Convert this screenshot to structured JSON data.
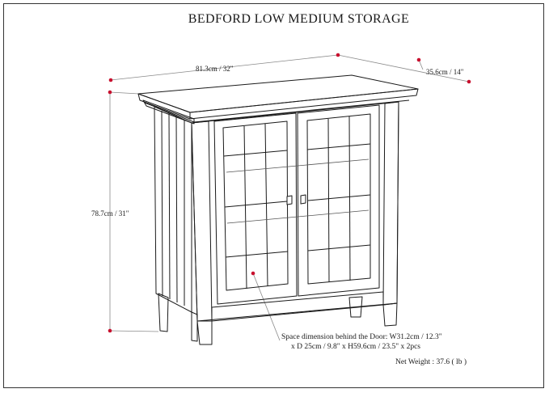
{
  "title": "BEDFORD LOW MEDIUM STORAGE",
  "dimensions": {
    "width": "81.3cm / 32\"",
    "depth": "35.6cm / 14\"",
    "height": "78.7cm / 31\""
  },
  "space_note": {
    "line1": "Space dimension behind the Door: W31.2cm / 12.3\"",
    "line2": "x D 25cm / 9.8\" x H59.6cm / 23.5\" x 2pcs"
  },
  "net_weight": "Net Weight : 37.6 ( lb )",
  "colors": {
    "line": "#1a1a1a",
    "dimension_dot": "#c8102e",
    "dimension_line": "#8a8a8a"
  }
}
